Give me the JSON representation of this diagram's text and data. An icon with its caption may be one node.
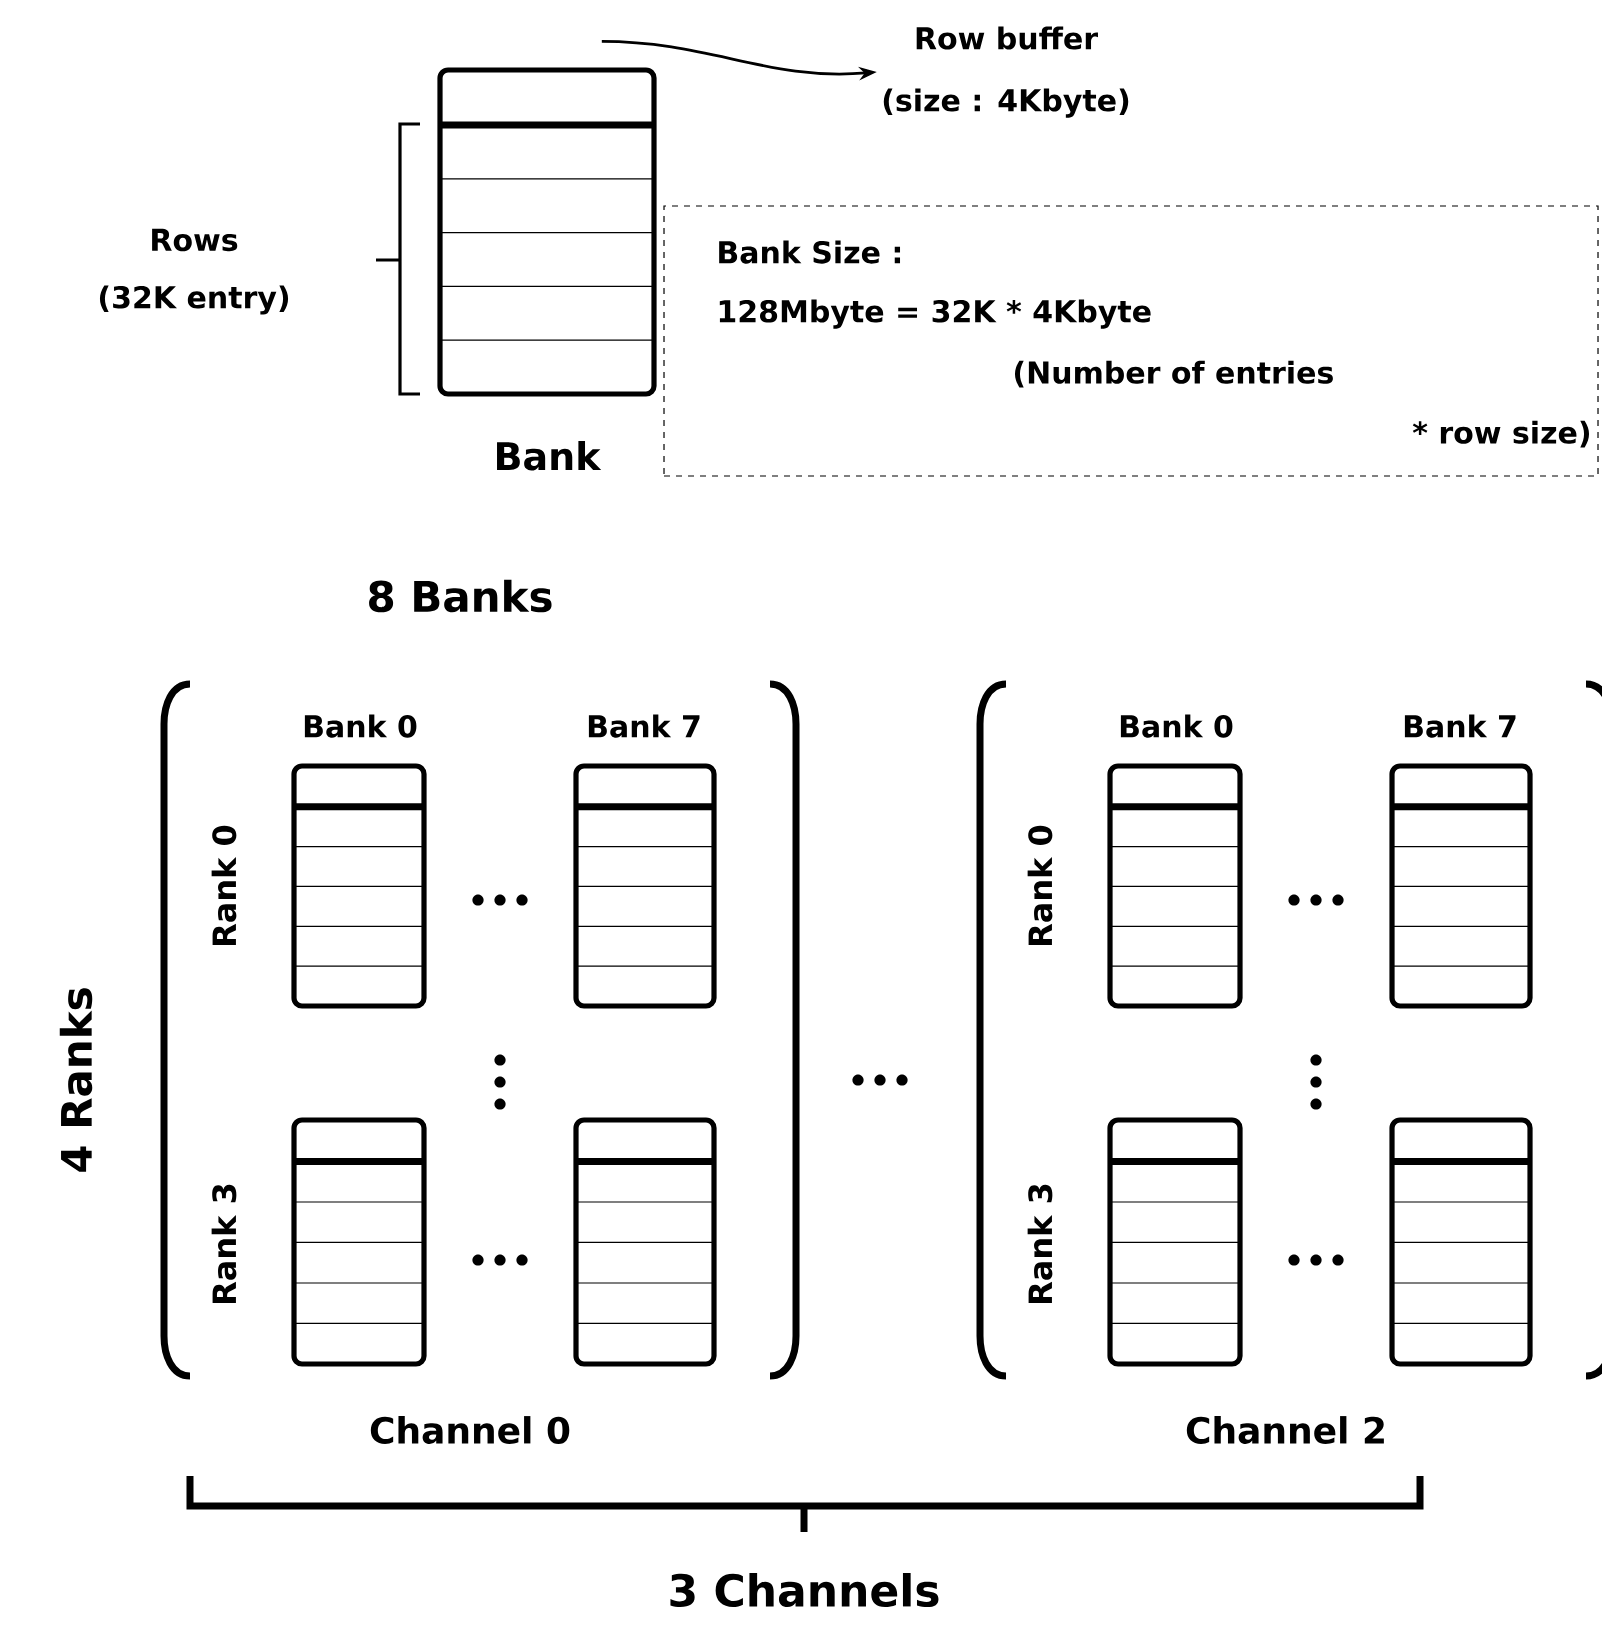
{
  "diagram": {
    "nodes": [
      {
        "text": [],
        "shape": "box",
        "beside": [
          "Bank"
        ]
      },
      {
        "text": [
          "Row buffer",
          "(size : 4Kbyte)"
        ]
      },
      {
        "text": [
          "Bank Size :",
          "128Mbyte = 32K * 4Kbyte",
          "(Number of entries",
          "* row size)"
        ]
      },
      {
        "text": [],
        "shape": "box"
      },
      {
        "text": [],
        "shape": "box"
      },
      {
        "text": [],
        "shape": "box"
      },
      {
        "text": [],
        "shape": "box"
      },
      {
        "text": [],
        "shape": "box"
      },
      {
        "text": [],
        "shape": "box"
      },
      {
        "text": [],
        "shape": "box"
      },
      {
        "text": [],
        "shape": "box"
      }
    ],
    "edges": [
      {
        "from": 0,
        "to": 1,
        "arrow": "to"
      }
    ],
    "labels": [
      "Rows",
      "(32K entry)",
      "8 Banks",
      "4 Ranks",
      "Bank 0",
      "Bank 7",
      "Bank 0",
      "Bank 7",
      "Rank 0",
      "Rank 0",
      "Rank 3",
      "Rank 3",
      "Channel 0",
      "Channel 2",
      "3 Channels"
    ]
  }
}
